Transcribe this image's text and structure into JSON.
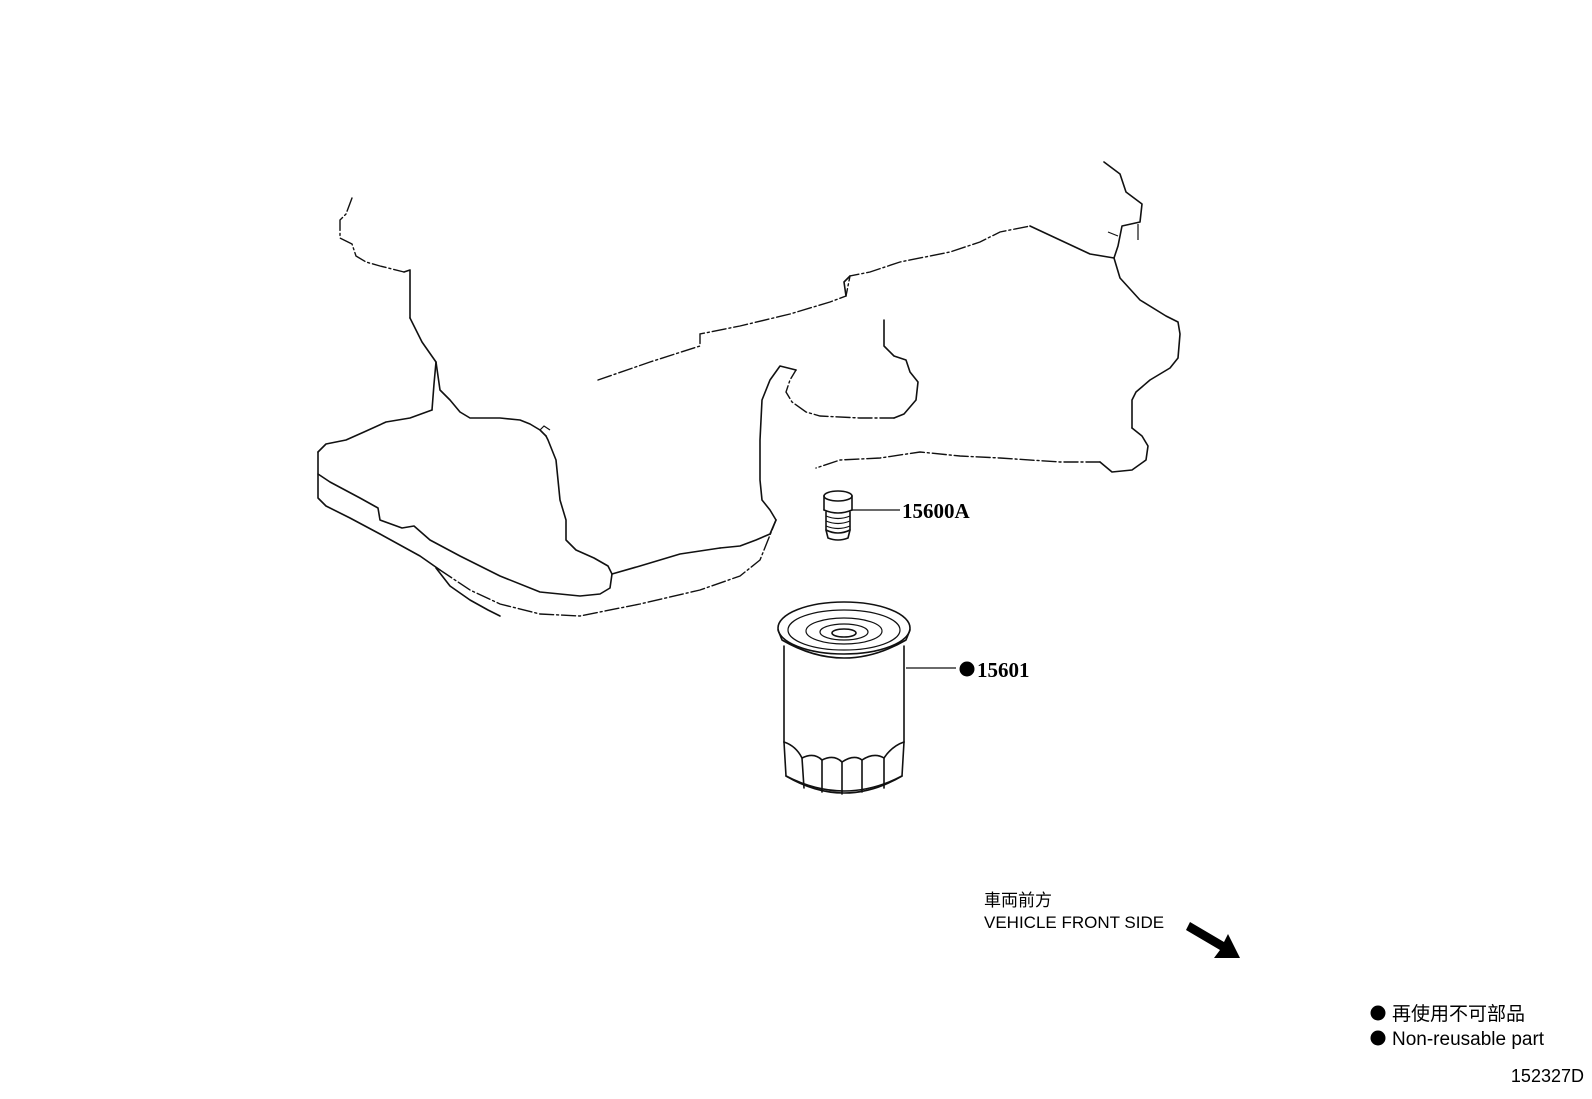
{
  "parts": {
    "drain_plug": {
      "number": "15600A"
    },
    "oil_filter": {
      "number": "15601",
      "non_reusable": true
    }
  },
  "direction": {
    "label_jp": "車両前方",
    "label_en": "VEHICLE FRONT SIDE"
  },
  "legend": {
    "symbol": "●",
    "label_jp": "再使用不可部品",
    "label_en": "Non-reusable part"
  },
  "diagram_code": "152327D",
  "icons": {
    "non_reusable_marker": "filled-circle-icon",
    "front_direction": "arrow-down-right-icon"
  }
}
